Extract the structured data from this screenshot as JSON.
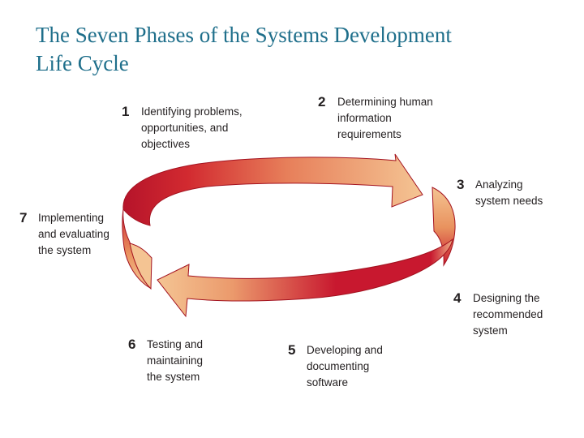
{
  "slide": {
    "title_lines": [
      "The Seven Phases of the Systems Development",
      "Life Cycle"
    ]
  },
  "colors": {
    "title": "#1f6f8b",
    "arrow_light": "#f4c493",
    "arrow_mid": "#e77f5a",
    "arrow_dark": "#c8182f",
    "arrow_edge": "#a3121f",
    "text": "#231f20"
  },
  "phases": [
    {
      "number": "1",
      "lines": [
        "Identifying problems,",
        "opportunities, and",
        "objectives"
      ]
    },
    {
      "number": "2",
      "lines": [
        "Determining human",
        "information",
        "requirements"
      ]
    },
    {
      "number": "3",
      "lines": [
        "Analyzing",
        "system needs"
      ]
    },
    {
      "number": "4",
      "lines": [
        "Designing the",
        "recommended",
        "system"
      ]
    },
    {
      "number": "5",
      "lines": [
        "Developing and",
        "documenting",
        "software"
      ]
    },
    {
      "number": "6",
      "lines": [
        "Testing and",
        "maintaining",
        "the system"
      ]
    },
    {
      "number": "7",
      "lines": [
        "Implementing",
        "and evaluating",
        "the system"
      ]
    }
  ]
}
